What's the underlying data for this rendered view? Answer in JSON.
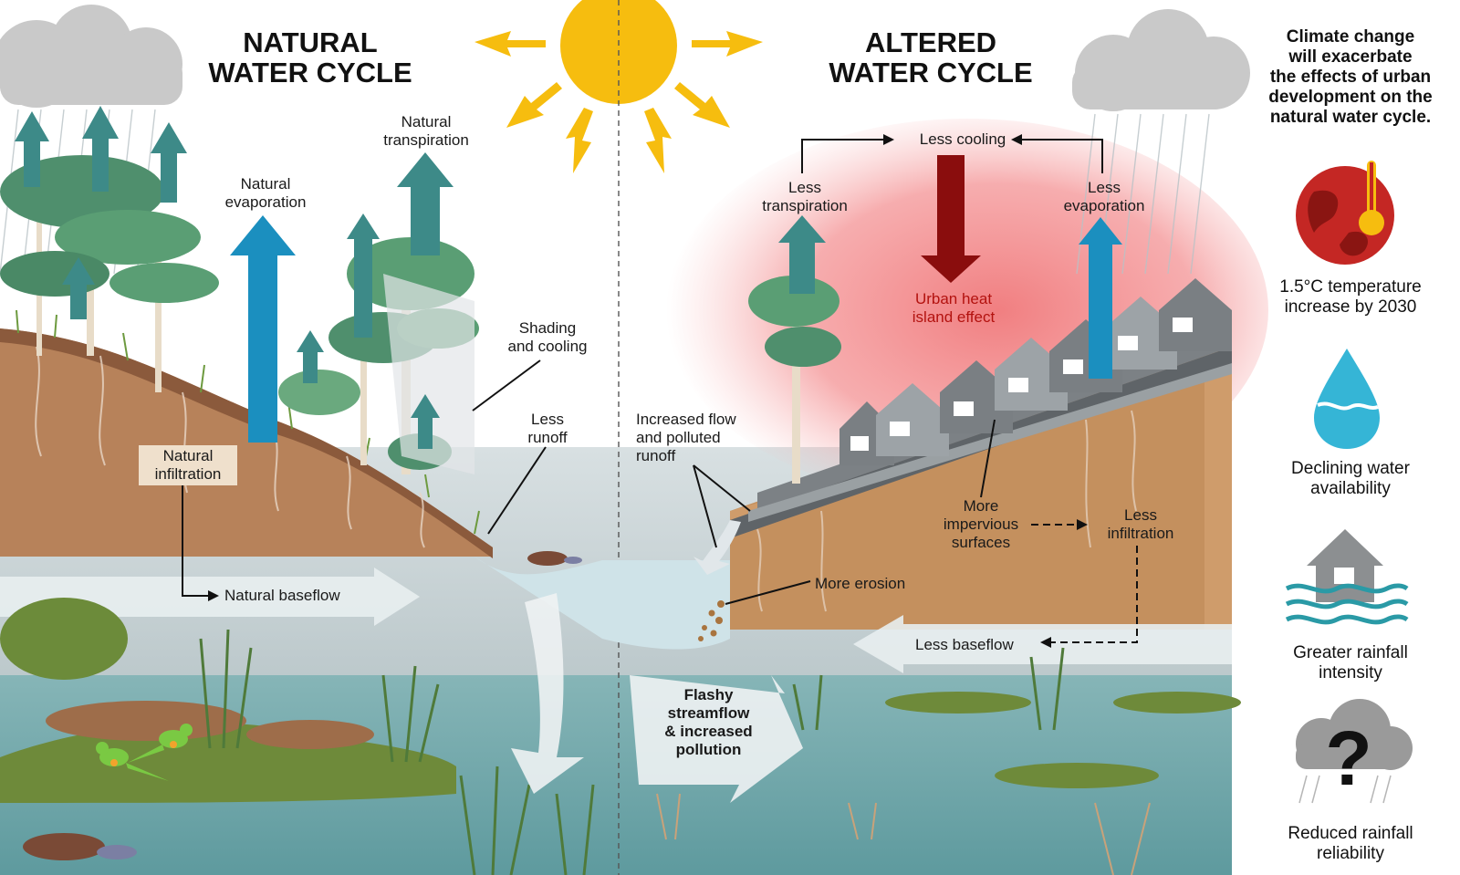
{
  "titles": {
    "natural": "NATURAL\nWATER CYCLE",
    "altered": "ALTERED\nWATER CYCLE"
  },
  "natural_labels": {
    "evaporation": "Natural\nevaporation",
    "transpiration": "Natural\ntranspiration",
    "shading": "Shading\nand cooling",
    "less_runoff": "Less\nrunoff",
    "infiltration": "Natural\ninfiltration",
    "baseflow": "Natural baseflow"
  },
  "altered_labels": {
    "less_cooling": "Less cooling",
    "less_transpiration": "Less\ntranspiration",
    "less_evaporation": "Less\nevaporation",
    "heat_island": "Urban heat\nisland effect",
    "increased_flow": "Increased flow\nand polluted\nrunoff",
    "impervious": "More\nimpervious\nsurfaces",
    "less_infiltration": "Less\ninfiltration",
    "more_erosion": "More erosion",
    "less_baseflow": "Less baseflow",
    "flashy": "Flashy\nstreamflow\n& increased\npollution"
  },
  "sidebar": {
    "title": "Climate change\nwill exacerbate\nthe effects of urban\ndevelopment on the\nnatural water cycle.",
    "items": [
      {
        "icon": "globe-thermometer-icon",
        "caption": "1.5°C temperature\nincrease by 2030"
      },
      {
        "icon": "water-drop-icon",
        "caption": "Declining water\navailability"
      },
      {
        "icon": "flooded-house-icon",
        "caption": "Greater rainfall\nintensity"
      },
      {
        "icon": "question-cloud-icon",
        "caption": "Reduced rainfall\nreliability"
      }
    ]
  },
  "colors": {
    "sun": "#f6bd0f",
    "evaporation_arrow": "#1b8fbf",
    "transpiration_arrow": "#3d8a88",
    "heat_arrow": "#8a0d0d",
    "heat_glow": "#f0787a",
    "soil": "#b7825a",
    "groundwater": "#cfd9dc",
    "water": "#6ea6a9",
    "pavement": "#5f6468"
  }
}
